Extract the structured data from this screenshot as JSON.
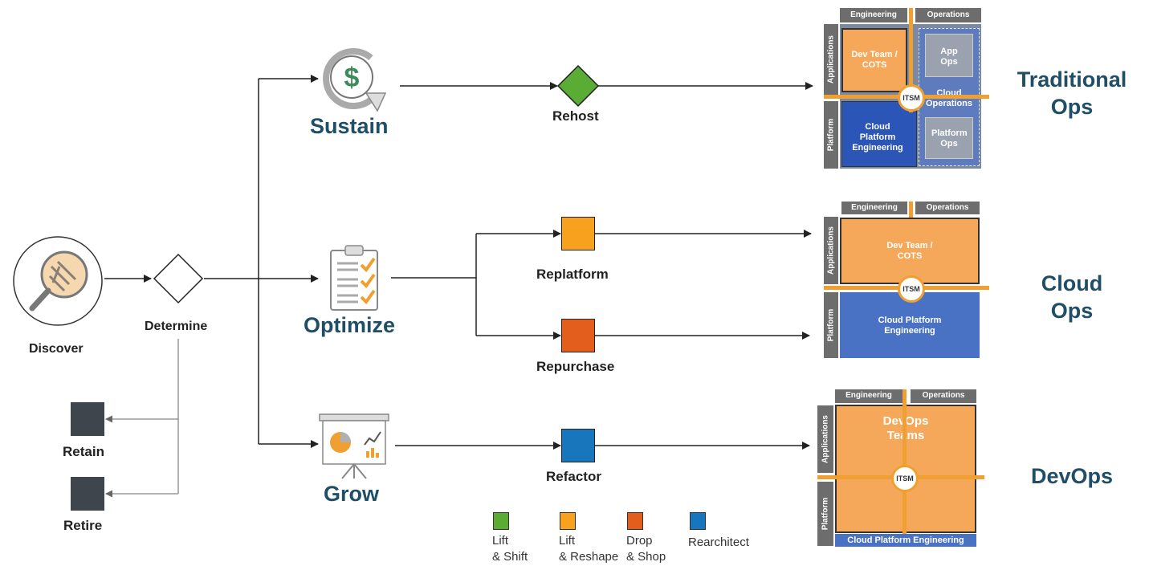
{
  "nodes": {
    "discover": "Discover",
    "determine": "Determine",
    "retain": "Retain",
    "retire": "Retire",
    "sustain": "Sustain",
    "optimize": "Optimize",
    "grow": "Grow",
    "rehost": "Rehost",
    "replatform": "Replatform",
    "repurchase": "Repurchase",
    "refactor": "Refactor"
  },
  "ops_labels": {
    "traditional_1": "Traditional",
    "traditional_2": "Ops",
    "cloud_1": "Cloud",
    "cloud_2": "Ops",
    "devops": "DevOps"
  },
  "matrix": {
    "engineering": "Engineering",
    "operations": "Operations",
    "applications": "Applications",
    "platform": "Platform",
    "itsm": "ITSM",
    "traditional": {
      "dev_team": "Dev Team / COTS",
      "app_ops": "App Ops",
      "cloud_operations": "Cloud Operations",
      "cloud_platform_engineering": "Cloud Platform Engineering",
      "platform_ops": "Platform Ops"
    },
    "cloud": {
      "dev_team": "Dev Team / COTS",
      "cloud_platform_engineering": "Cloud Platform Engineering"
    },
    "devops": {
      "devops_teams": "DevOps Teams",
      "cloud_platform_engineering": "Cloud Platform Engineering"
    }
  },
  "legend": [
    {
      "line1": "Lift",
      "line2": "& Shift",
      "color": "#5aac35"
    },
    {
      "line1": "Lift",
      "line2": "& Reshape",
      "color": "#f8a11f"
    },
    {
      "line1": "Drop",
      "line2": "& Shop",
      "color": "#e35e1c"
    },
    {
      "line1": "Rearchitect",
      "line2": "",
      "color": "#1876bd"
    }
  ],
  "colors": {
    "rehost": "#5aac35",
    "replatform": "#f8a11f",
    "repurchase": "#e35e1c",
    "refactor": "#1876bd",
    "retain_retire": "#3f454d",
    "orange_panel": "#f5a85a",
    "blue_panel": "#4a72c4",
    "header_gray": "#6d6d6d"
  },
  "icons": {
    "discover": "magnifier-icon",
    "sustain": "dollar-cycle-icon",
    "optimize": "clipboard-checklist-icon",
    "grow": "presentation-board-icon"
  }
}
